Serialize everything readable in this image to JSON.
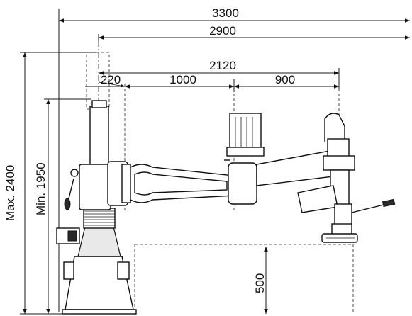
{
  "dimensions": {
    "d3300": "3300",
    "d2900": "2900",
    "d2120": "2120",
    "d220": "220",
    "d1000": "1000",
    "d900": "900",
    "d500": "500",
    "max_height": "Max. 2400",
    "min_height": "Min. 1950"
  },
  "colors": {
    "line": "#1a1a1a",
    "paper": "#ffffff"
  }
}
